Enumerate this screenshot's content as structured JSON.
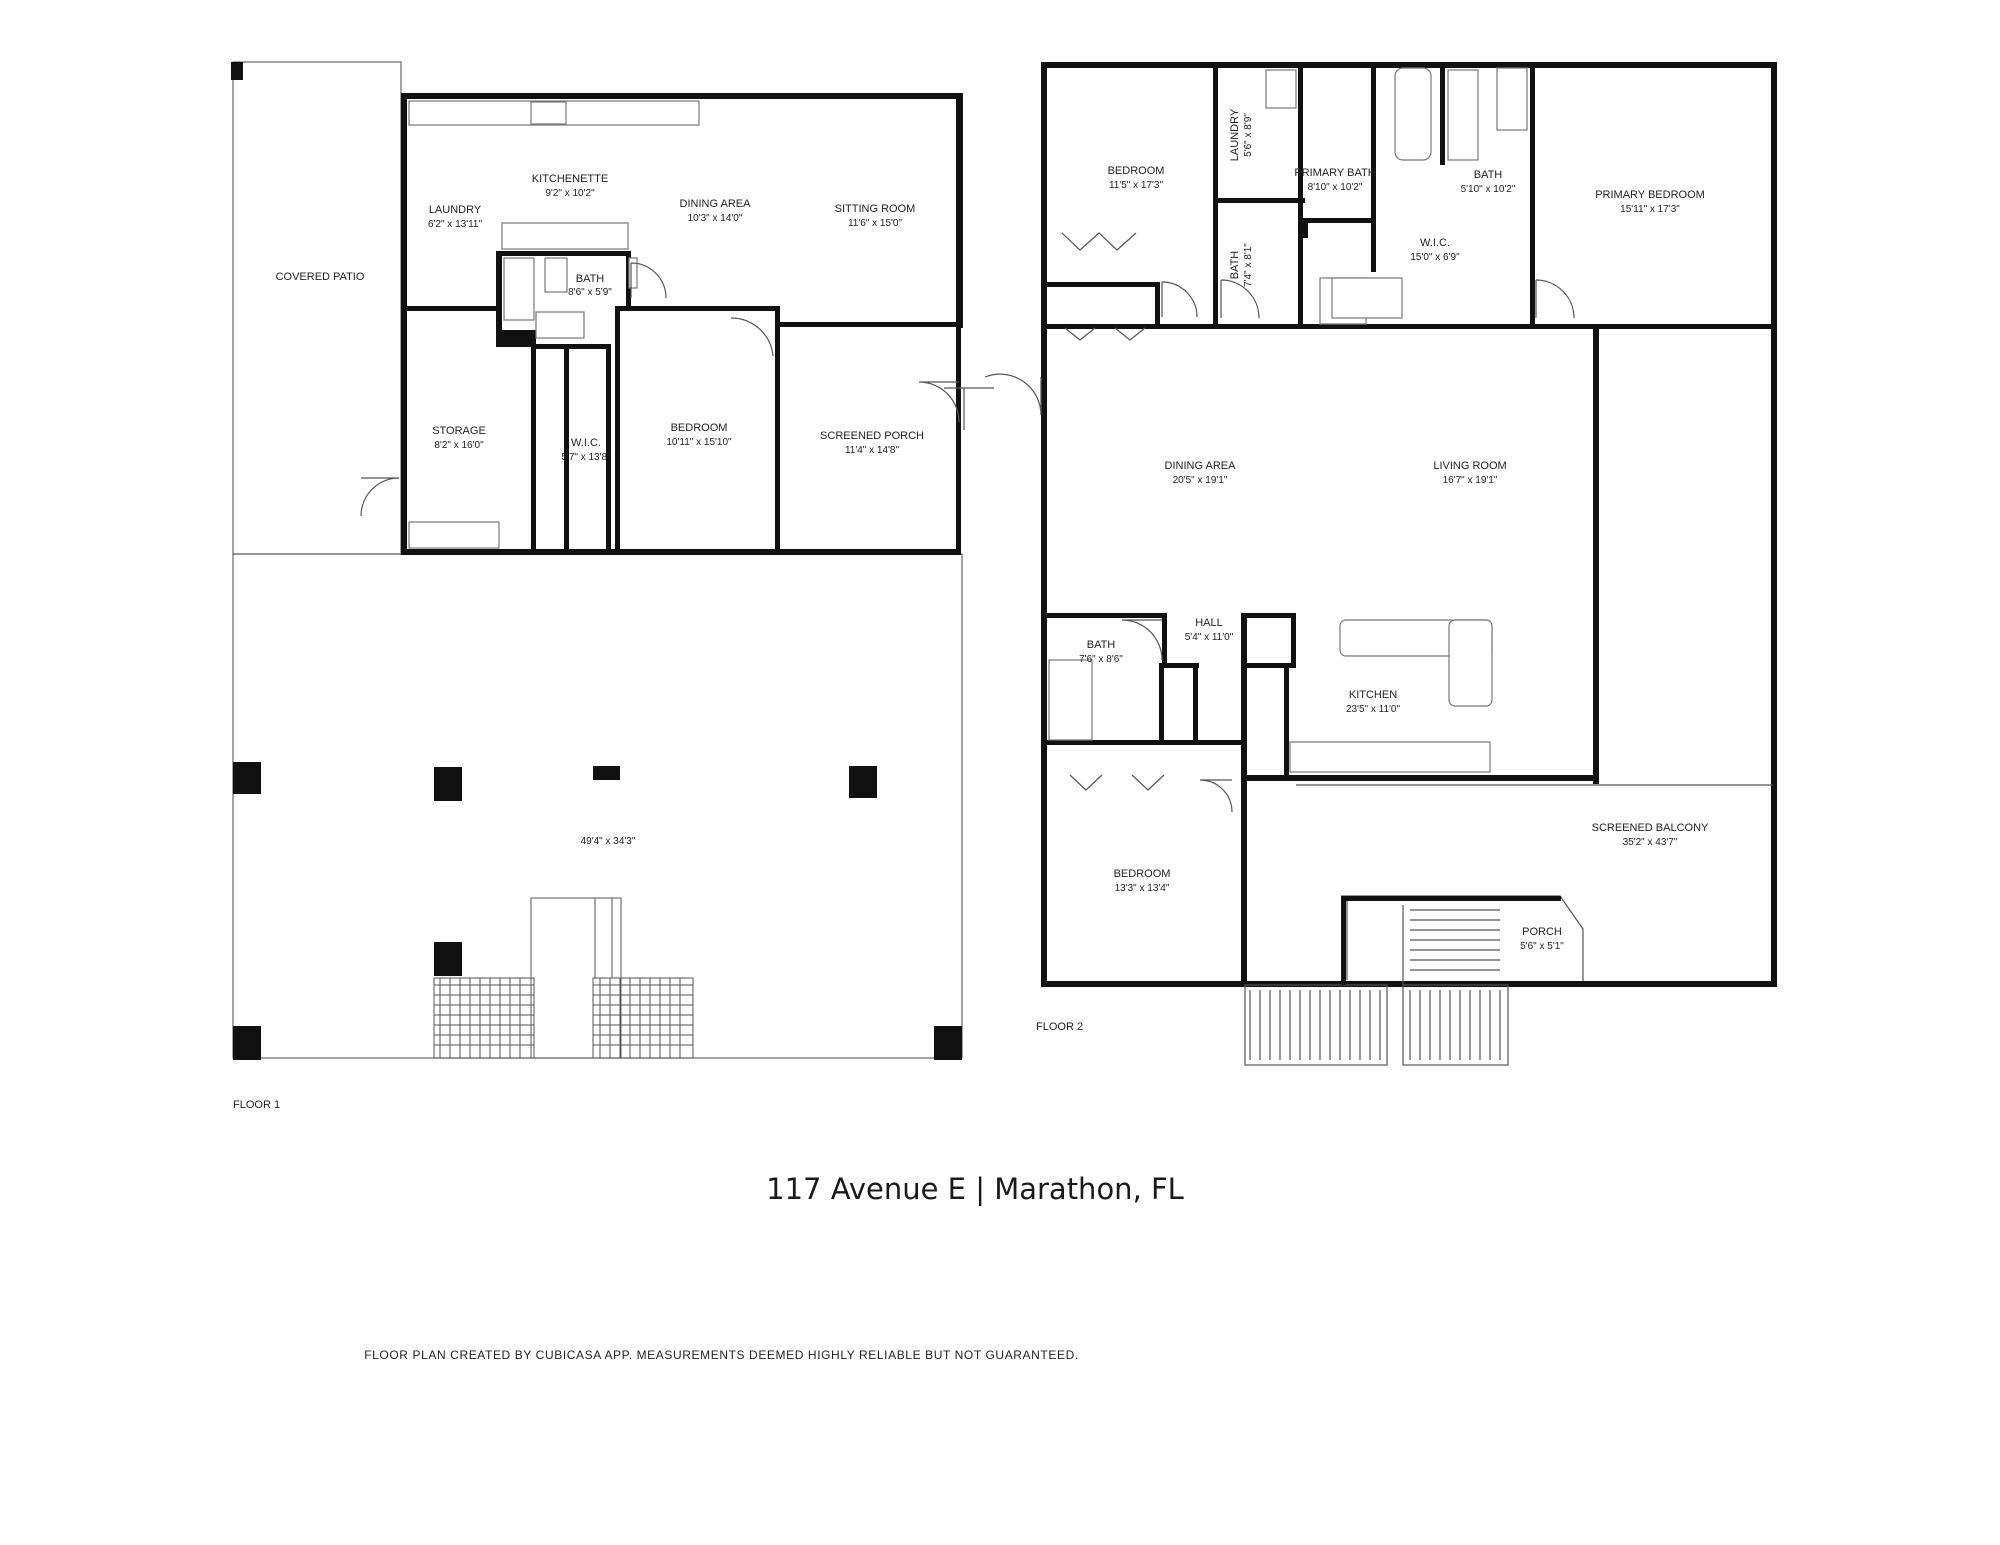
{
  "title": "117 Avenue E | Marathon, FL",
  "disclaimer": "FLOOR PLAN CREATED BY CUBICASA APP. MEASUREMENTS DEEMED HIGHLY RELIABLE BUT NOT GUARANTEED.",
  "floor1": {
    "label": "FLOOR 1",
    "rooms": {
      "covered_patio": {
        "name": "COVERED PATIO",
        "dim": ""
      },
      "kitchenette": {
        "name": "KITCHENETTE",
        "dim": "9'2\" x 10'2\""
      },
      "dining_area": {
        "name": "DINING AREA",
        "dim": "10'3\" x 14'0\""
      },
      "sitting_room": {
        "name": "SITTING ROOM",
        "dim": "11'6\" x 15'0\""
      },
      "laundry": {
        "name": "LAUNDRY",
        "dim": "6'2\" x 13'11\""
      },
      "bath": {
        "name": "BATH",
        "dim": "8'6\" x 5'9\""
      },
      "storage": {
        "name": "STORAGE",
        "dim": "8'2\" x 16'0\""
      },
      "wic": {
        "name": "W.I.C.",
        "dim": "5'7\" x 13'8\""
      },
      "bedroom": {
        "name": "BEDROOM",
        "dim": "10'11\" x 15'10\""
      },
      "screened_porch": {
        "name": "SCREENED PORCH",
        "dim": "11'4\" x 14'8\""
      },
      "ground": {
        "name": "",
        "dim": "49'4\" x 34'3\""
      }
    }
  },
  "floor2": {
    "label": "FLOOR 2",
    "rooms": {
      "bedroom_nw": {
        "name": "BEDROOM",
        "dim": "11'5\" x 17'3\""
      },
      "laundry": {
        "name": "LAUNDRY",
        "dim": "5'6\" x 8'9\""
      },
      "primary_bath": {
        "name": "PRIMARY BATH",
        "dim": "8'10\" x 10'2\""
      },
      "bath_ne": {
        "name": "BATH",
        "dim": "5'10\" x 10'2\""
      },
      "primary_bedroom": {
        "name": "PRIMARY BEDROOM",
        "dim": "15'11\" x 17'3\""
      },
      "bath_small": {
        "name": "BATH",
        "dim": "7'4\" x 8'1\""
      },
      "wic": {
        "name": "W.I.C.",
        "dim": "15'0\" x 6'9\""
      },
      "dining_area": {
        "name": "DINING AREA",
        "dim": "20'5\" x 19'1\""
      },
      "living_room": {
        "name": "LIVING ROOM",
        "dim": "16'7\" x 19'1\""
      },
      "hall": {
        "name": "HALL",
        "dim": "5'4\" x 11'0\""
      },
      "bath_sw": {
        "name": "BATH",
        "dim": "7'6\" x 8'6\""
      },
      "kitchen": {
        "name": "KITCHEN",
        "dim": "23'5\" x 11'0\""
      },
      "bedroom_sw": {
        "name": "BEDROOM",
        "dim": "13'3\" x 13'4\""
      },
      "screened_balcony": {
        "name": "SCREENED BALCONY",
        "dim": "35'2\" x 43'7\""
      },
      "porch": {
        "name": "PORCH",
        "dim": "5'6\" x 5'1\""
      }
    }
  }
}
